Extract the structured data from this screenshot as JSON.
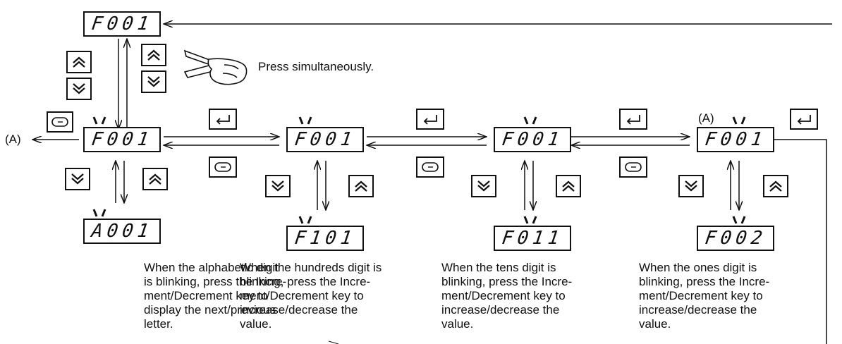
{
  "displays": {
    "top": "F001",
    "stage1": "F001",
    "stage2": "F001",
    "stage3": "F001",
    "stage4": "F001",
    "result1": "A001",
    "result2": "F101",
    "result3": "F011",
    "result4": "F002"
  },
  "labels": {
    "press_simultaneously": "Press simultaneously.",
    "a_left": "(A)",
    "a_right": "(A)"
  },
  "captions": [
    [
      "When the alphabetic digit",
      "is blinking, press the Incre-",
      "ment/Decrement key to",
      "display the next/previous",
      "letter."
    ],
    [
      "When the hundreds digit is",
      "blinking, press the Incre-",
      "ment/Decrement key to",
      "increase/decrease the",
      "value."
    ],
    [
      "When the tens digit is",
      "blinking, press the Incre-",
      "ment/Decrement key to",
      "increase/decrease the",
      "value."
    ],
    [
      "When the ones digit is",
      "blinking, press the Incre-",
      "ment/Decrement key to",
      "increase/decrease the",
      "value."
    ]
  ],
  "icons": {
    "increment": "double-chevron-up-icon",
    "decrement": "double-chevron-down-icon",
    "enter": "enter-key-icon",
    "mode": "mode-key-icon",
    "hand": "hand-pointing-icon"
  }
}
